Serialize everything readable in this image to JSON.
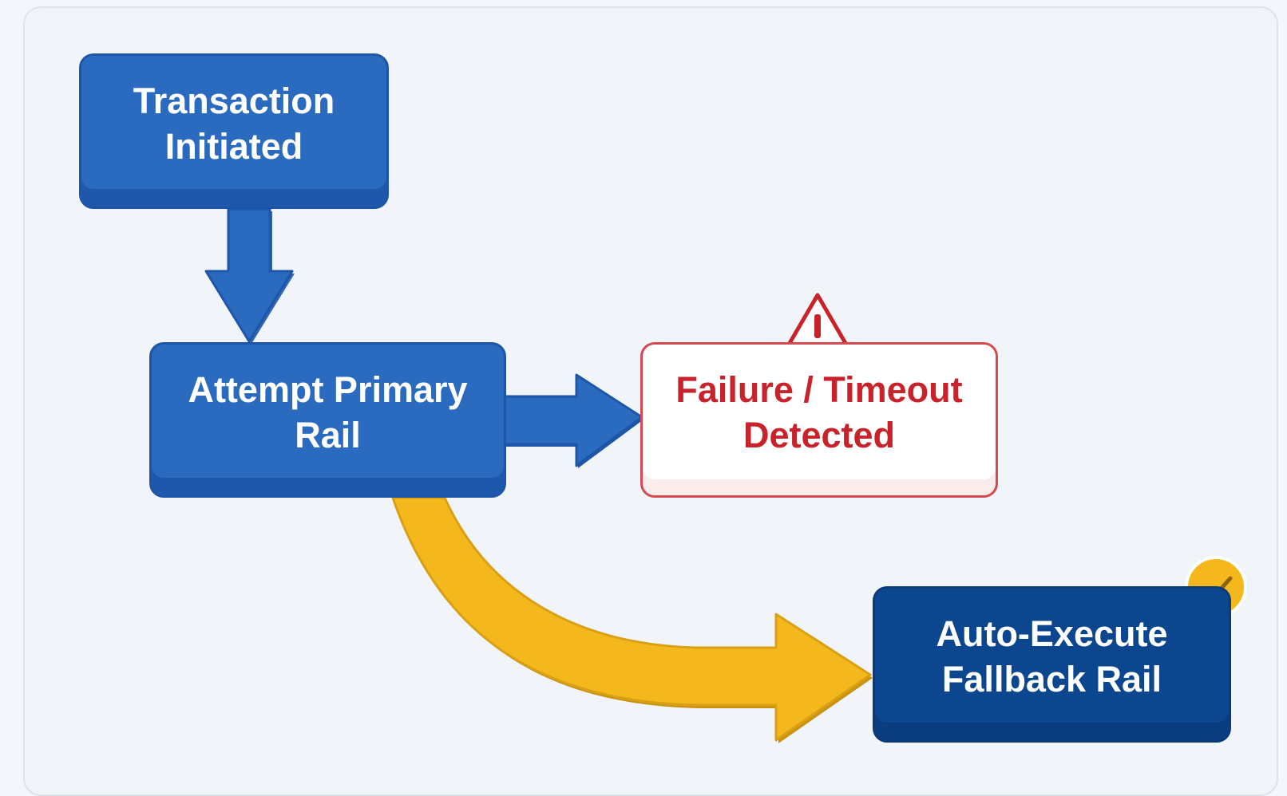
{
  "diagram": {
    "nodes": {
      "start": {
        "label": "Transaction\nInitiated"
      },
      "primary": {
        "label": "Attempt Primary\nRail"
      },
      "failure": {
        "label": "Failure / Timeout\nDetected"
      },
      "fallback": {
        "label": "Auto-Execute\nFallback Rail"
      }
    },
    "edges": [
      {
        "from": "start",
        "to": "primary"
      },
      {
        "from": "primary",
        "to": "failure"
      },
      {
        "from": "primary",
        "to": "fallback"
      }
    ],
    "colors": {
      "primary_blue": "#2a6bc0",
      "navy": "#0c468f",
      "alert_red": "#c8232a",
      "fallback_gold": "#f5b81c"
    },
    "icons": {
      "failure": "warning-triangle-icon",
      "fallback": "check-circle-icon"
    }
  }
}
